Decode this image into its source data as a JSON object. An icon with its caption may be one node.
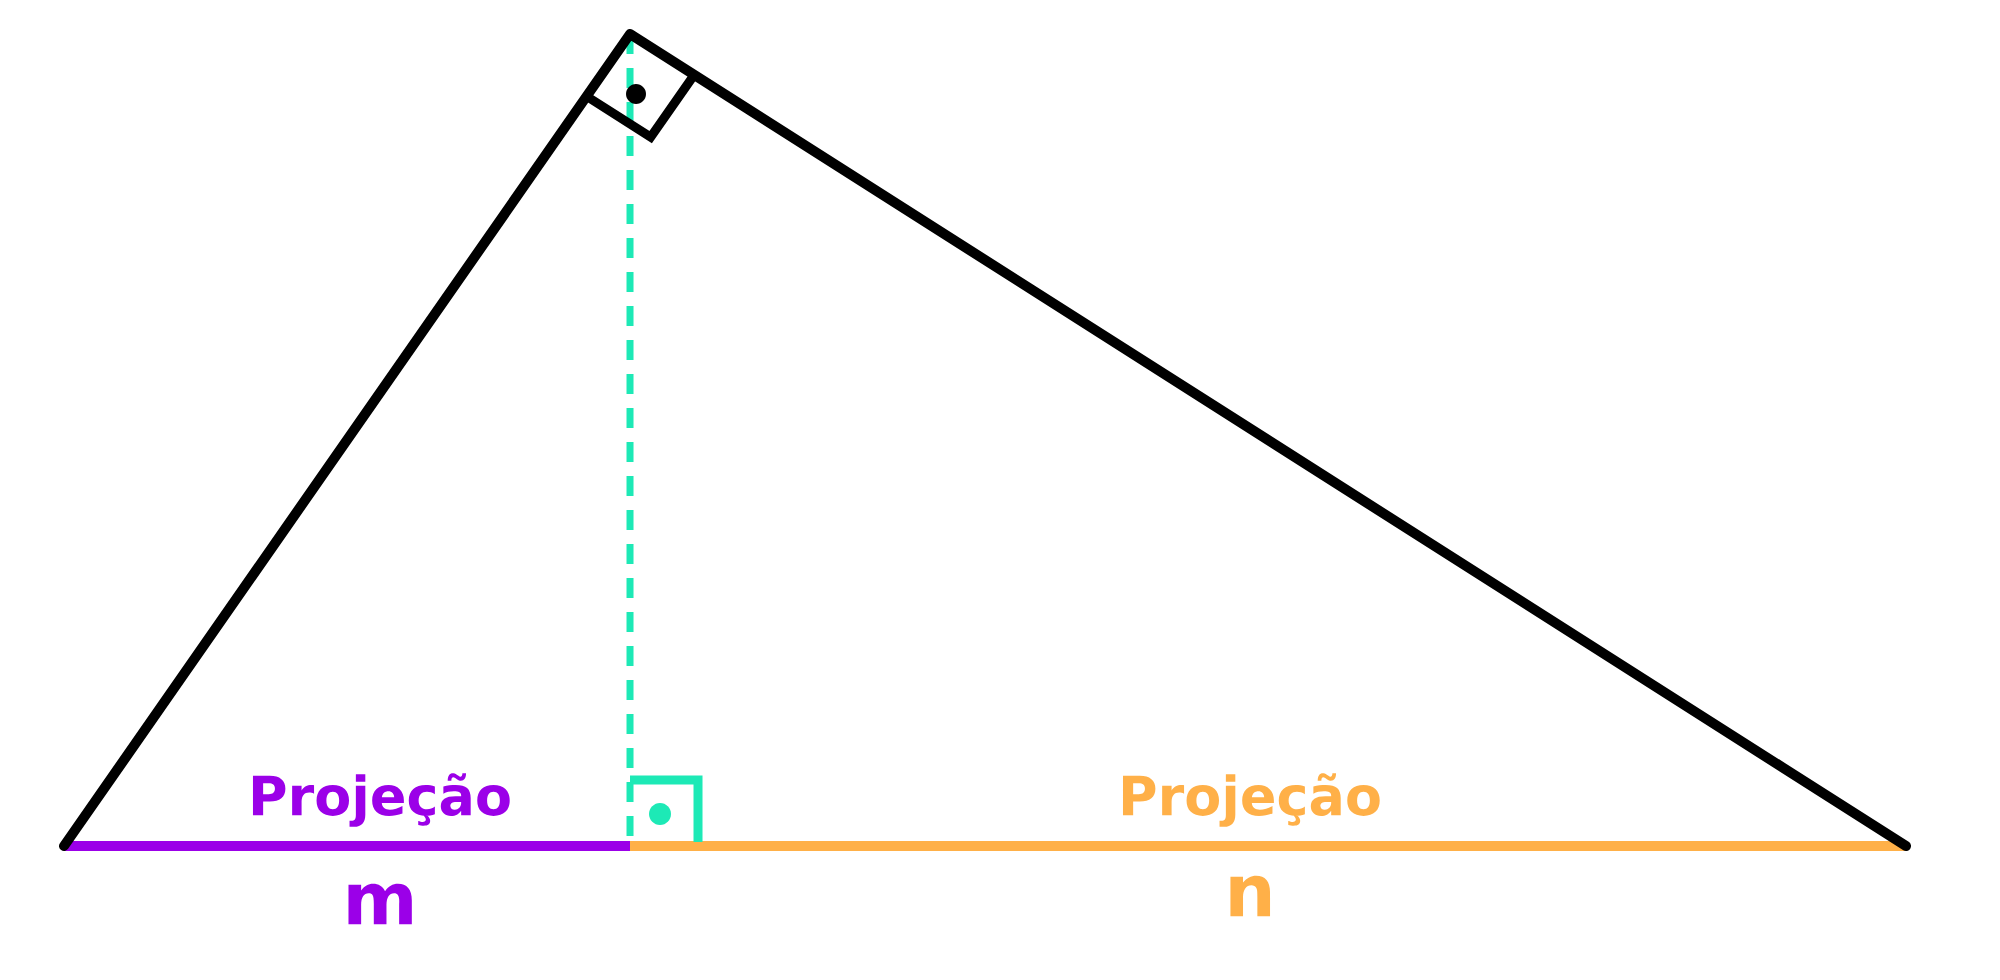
{
  "diagram": {
    "labels": [
      "Projeção",
      "Projeção",
      "m",
      "n"
    ]
  }
}
